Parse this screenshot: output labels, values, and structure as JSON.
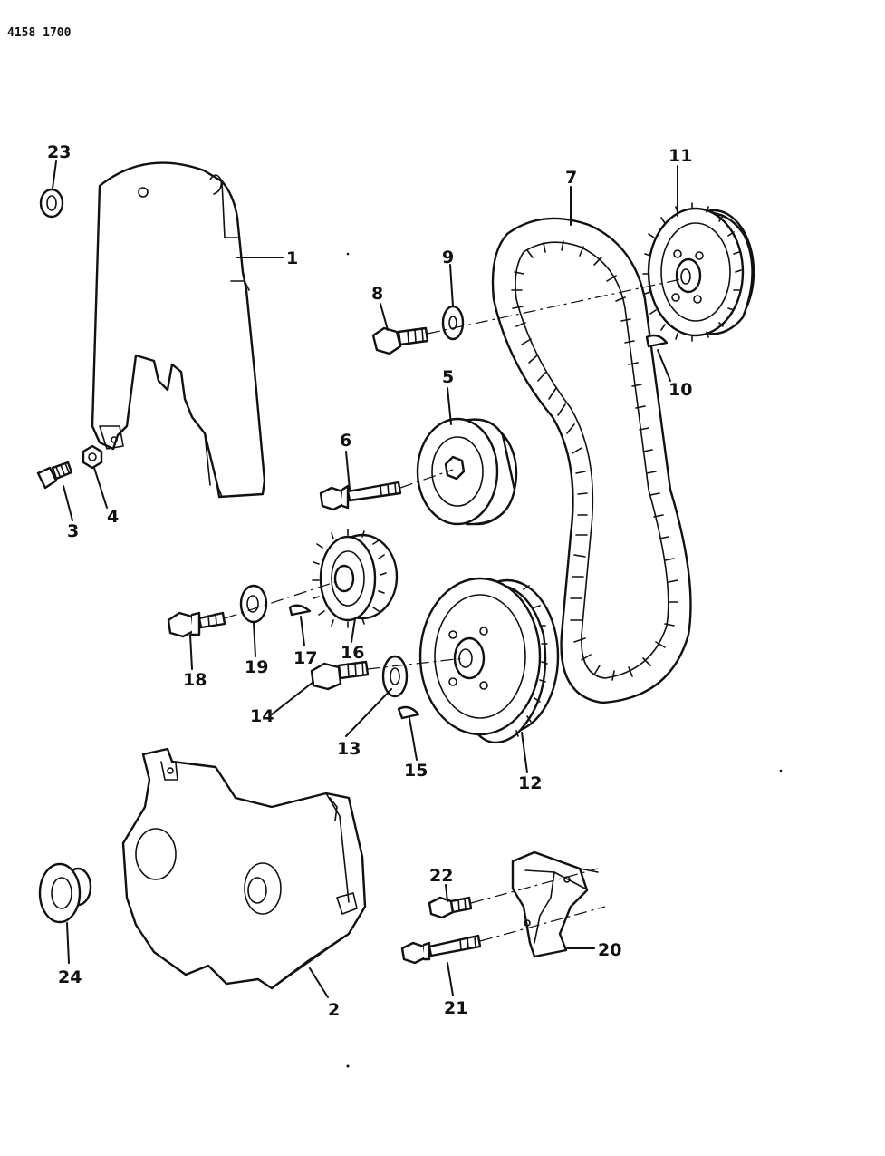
{
  "document_id": "4158 1700",
  "callouts": {
    "c1": "1",
    "c2": "2",
    "c3": "3",
    "c4": "4",
    "c5": "5",
    "c6": "6",
    "c7": "7",
    "c8": "8",
    "c9": "9",
    "c10": "10",
    "c11": "11",
    "c12": "12",
    "c13": "13",
    "c14": "14",
    "c15": "15",
    "c16": "16",
    "c17": "17",
    "c18": "18",
    "c19": "19",
    "c20": "20",
    "c21": "21",
    "c22": "22",
    "c23": "23",
    "c24": "24"
  }
}
